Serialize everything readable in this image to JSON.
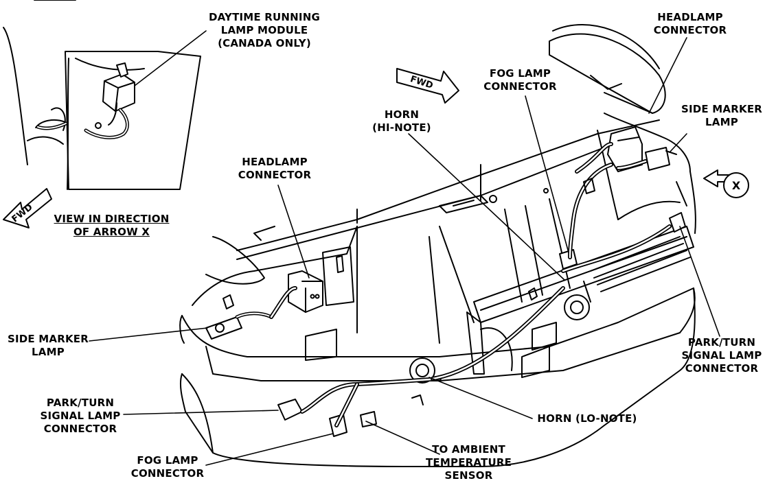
{
  "labels": {
    "drl_module": [
      "DAYTIME RUNNING",
      "LAMP MODULE",
      "(CANADA ONLY)"
    ],
    "headlamp_connector_right": [
      "HEADLAMP",
      "CONNECTOR"
    ],
    "fog_lamp_connector_top": [
      "FOG LAMP",
      "CONNECTOR"
    ],
    "horn_hi_note": [
      "HORN",
      "(HI-NOTE)"
    ],
    "side_marker_lamp_right": [
      "SIDE MARKER",
      "LAMP"
    ],
    "headlamp_connector_left": [
      "HEADLAMP",
      "CONNECTOR"
    ],
    "view_direction": [
      "VIEW IN DIRECTION",
      "OF ARROW X"
    ],
    "side_marker_lamp_left": [
      "SIDE MARKER",
      "LAMP"
    ],
    "park_turn_right": [
      "PARK/TURN",
      "SIGNAL LAMP",
      "CONNECTOR"
    ],
    "park_turn_left": [
      "PARK/TURN",
      "SIGNAL LAMP",
      "CONNECTOR"
    ],
    "horn_lo_note": "HORN (LO-NOTE)",
    "ambient_sensor": [
      "TO AMBIENT",
      "TEMPERATURE",
      "SENSOR"
    ],
    "fog_lamp_connector_bottom": [
      "FOG LAMP",
      "CONNECTOR"
    ]
  },
  "arrows": {
    "fwd_inset": "FWD",
    "fwd_main": "FWD",
    "view_x": "X"
  }
}
